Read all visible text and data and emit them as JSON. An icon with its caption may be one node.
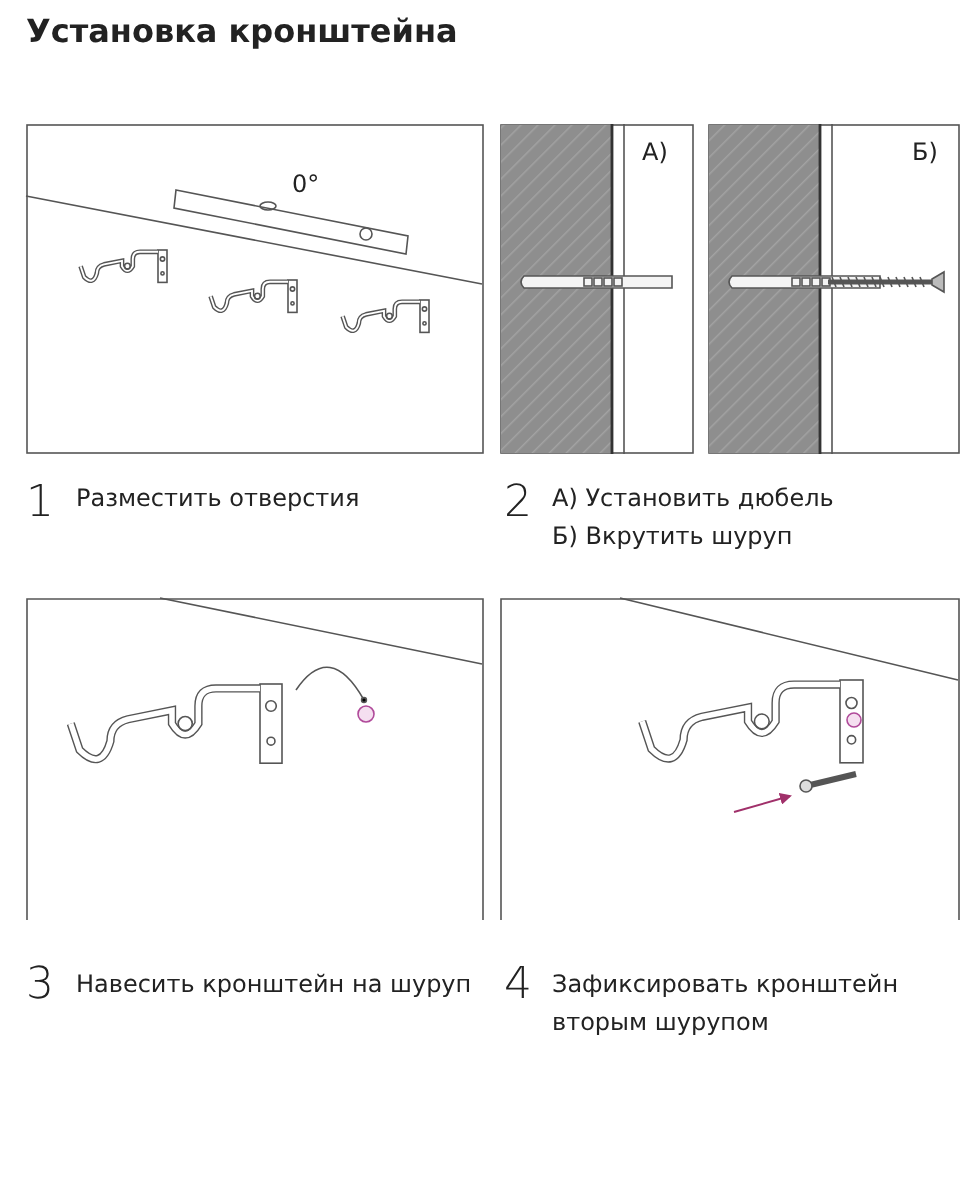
{
  "diagram": {
    "title": "Установка кронштейна",
    "labels": [
      "0°",
      "А)",
      "Б)",
      "1",
      "Разместить отверстия",
      "2",
      "А) Установить дюбель",
      "Б) Вкрутить шуруп",
      "3",
      "Навесить кронштейн на шуруп",
      "4",
      "Зафиксировать кронштейн вторым шурупом"
    ]
  }
}
